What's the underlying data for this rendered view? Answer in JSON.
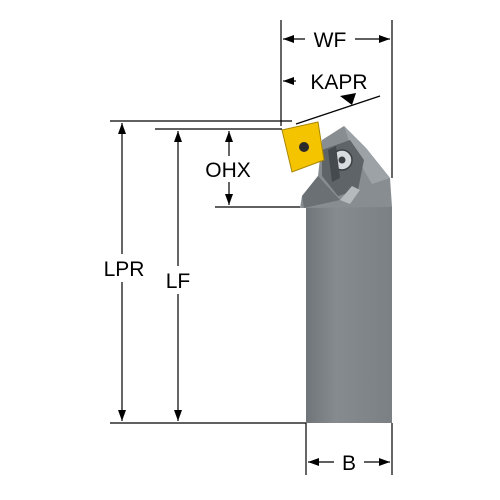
{
  "labels": {
    "wf": "WF",
    "kapr": "KAPR",
    "ohx": "OHX",
    "lpr": "LPR",
    "lf": "LF",
    "b": "B"
  },
  "colors": {
    "shank": "#7d8387",
    "shank_shade": "#6d7276",
    "shank_light": "#9aa0a4",
    "head": "#8a9094",
    "insert": "#f5c400",
    "line": "#000000",
    "background": "#ffffff"
  }
}
